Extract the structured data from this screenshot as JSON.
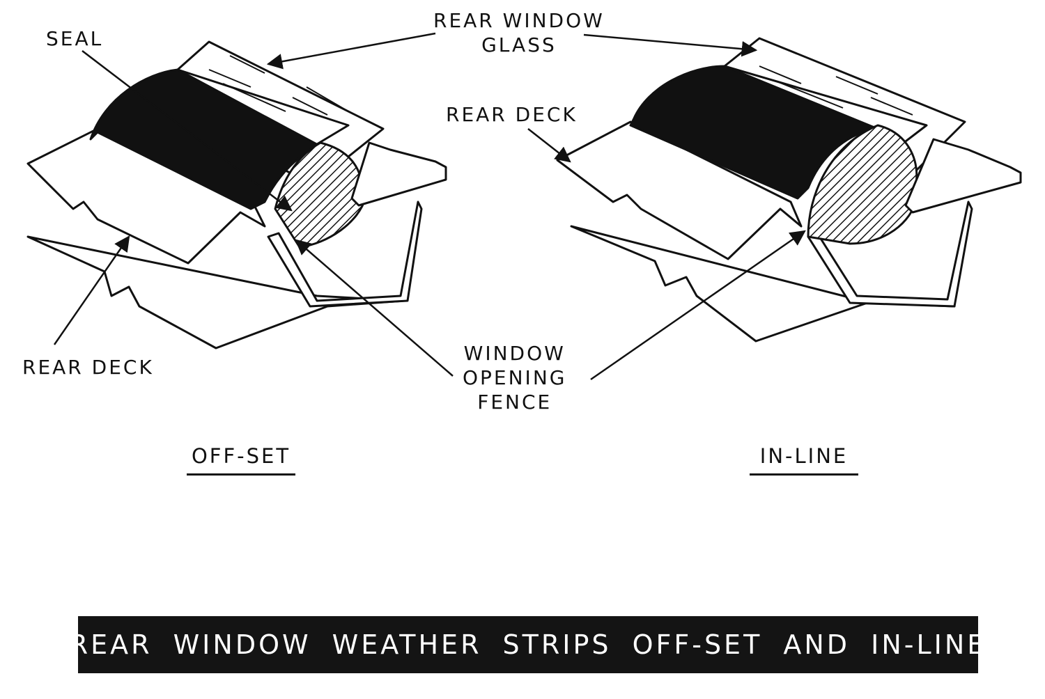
{
  "labels": {
    "rear_window_glass": [
      "REAR WINDOW",
      "GLASS"
    ],
    "seal": "SEAL",
    "rear_deck_left": "REAR DECK",
    "rear_deck_right": "REAR DECK",
    "window_opening_fence": [
      "WINDOW",
      "OPENING",
      "FENCE"
    ]
  },
  "subtitles": {
    "left": "OFF-SET",
    "right": "IN-LINE"
  },
  "banner": {
    "title": "REAR WINDOW WEATHER STRIPS OFF-SET AND IN-LINE",
    "background_color": "#141414",
    "text_color": "#ffffff"
  }
}
